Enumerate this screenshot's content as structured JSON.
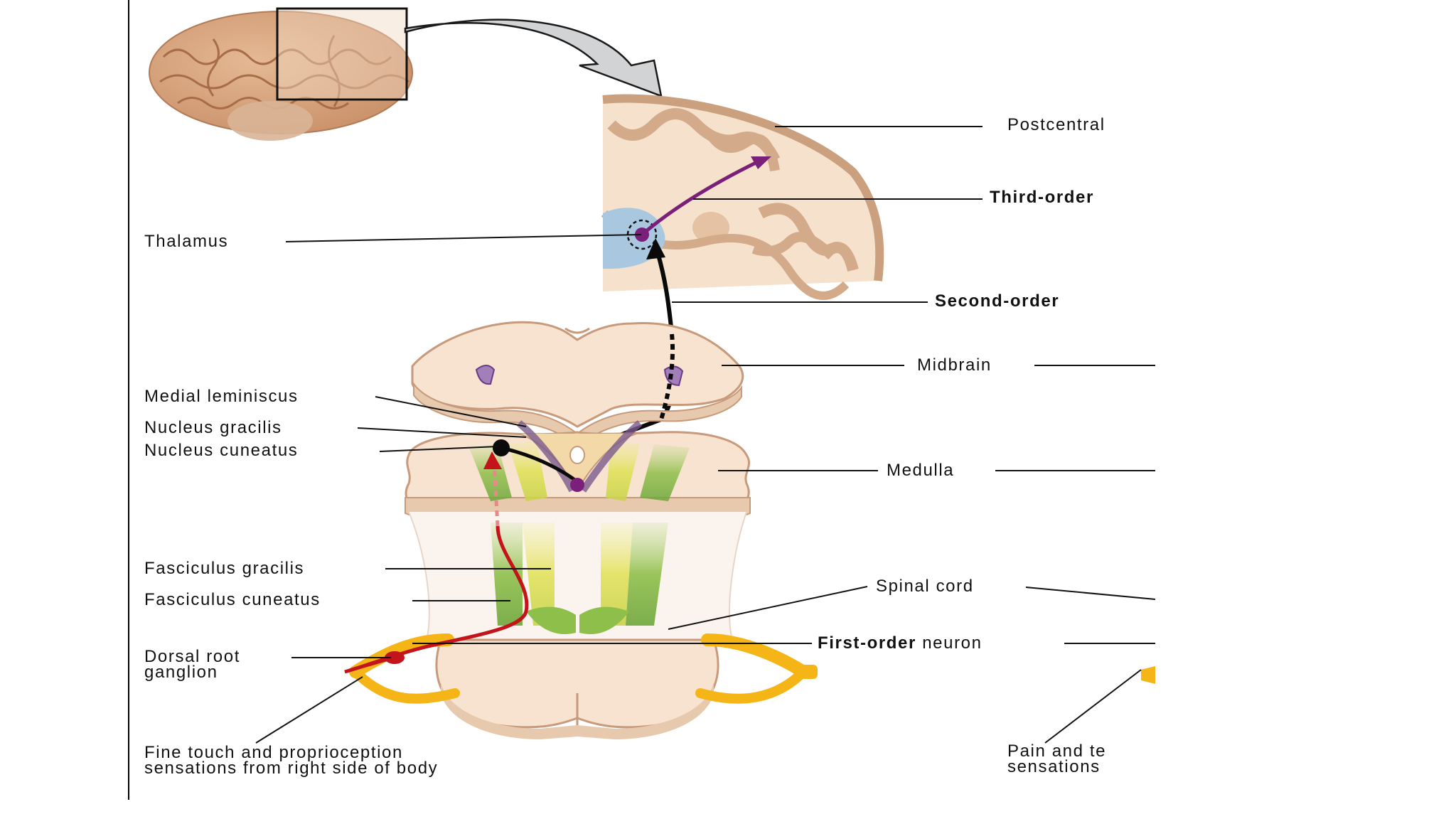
{
  "labels": {
    "postcentral": "Postcentral",
    "third_order": "Third-order",
    "thalamus": "Thalamus",
    "second_order": "Second-order",
    "midbrain": "Midbrain",
    "medial_lemniscus": "Medial leminiscus",
    "nucleus_gracilis": "Nucleus gracilis",
    "nucleus_cuneatus": "Nucleus cuneatus",
    "medulla": "Medulla",
    "fasciculus_gracilis": "Fasciculus gracilis",
    "fasciculus_cuneatus": "Fasciculus cuneatus",
    "spinal_cord": "Spinal cord",
    "first_order_bold": "First-order",
    "first_order_rest": "neuron",
    "dorsal_root_line1": "Dorsal root",
    "dorsal_root_line2": "ganglion",
    "fine_touch_line1": "Fine touch and proprioception",
    "fine_touch_line2": "sensations from right side of body",
    "pain_line1": "Pain and te",
    "pain_line2": "sensations"
  },
  "colors": {
    "brain": "#d9a882",
    "brain_light": "#f3dcc4",
    "tissue": "#f7e3cf",
    "tissue_edge": "#c79a7b",
    "thalamus_blue": "#a9c8df",
    "pathway_black": "#0a0a0a",
    "pathway_purple": "#7a1f7a",
    "nerve_red": "#c4141b",
    "nerve_yellow": "#f6b516",
    "column_yellow": "#e4e36a",
    "column_green": "#8fbf4b",
    "arrow_gray": "#cfd2d4"
  }
}
